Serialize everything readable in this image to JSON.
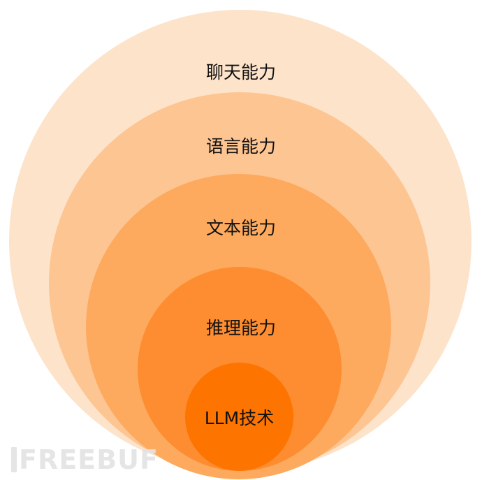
{
  "diagram": {
    "layers": [
      {
        "label": "聊天能力",
        "color": "#fde3ca"
      },
      {
        "label": "语言能力",
        "color": "#fdc592"
      },
      {
        "label": "文本能力",
        "color": "#fdaa5e"
      },
      {
        "label": "推理能力",
        "color": "#fd8d30"
      },
      {
        "label": "LLM技术",
        "color": "#fe7400"
      }
    ]
  },
  "watermark": {
    "text": "FREEBUF"
  }
}
